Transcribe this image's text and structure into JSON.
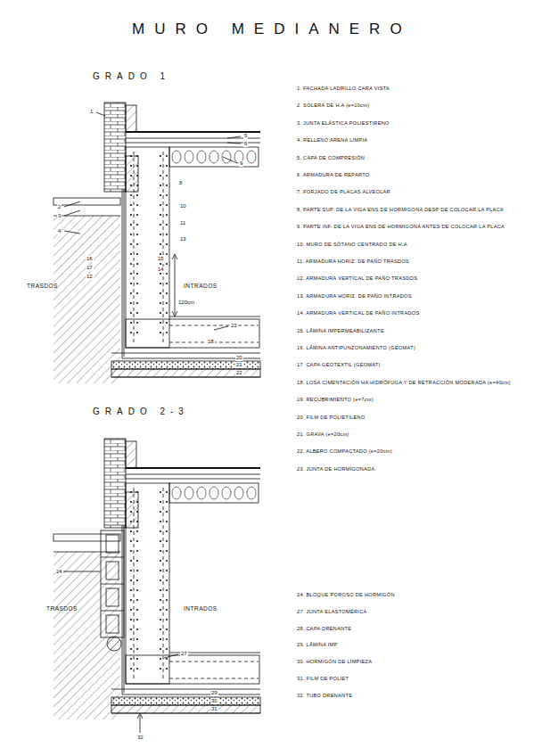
{
  "diagram": {
    "title": "MURO MEDIANERO",
    "labels": [
      "GRADO 1",
      "TRASDOS",
      "INTRADOS",
      "GRADO 2-3",
      "TRASDOS",
      "INTRADOS",
      "1. FACHADA LADRILLO CARA VISTA",
      "2. SOLERA DE H.A (e=10cm)",
      "3. JUNTA ELÁSTICA POLIESTIRENO",
      "4. RELLENO ARENA LIMPIA",
      "5. CAPA DE COMPRESIÓN",
      "6. ARMADURA DE REPARTO",
      "7. FORJADO DE PLACAS ALVEOLAR",
      "8. PARTE SUP. DE LA VIGA ENS DE HORMIGONA DESP DE COLOCAR LA PLACA",
      "9. PARTE INF. DE LA VIGA ENS DE HORMIGONA ANTES DE COLOCAR LA PLACA",
      "10. MURO DE SÓTANO CENTRADO DE H.A",
      "11. ARMADURA HORIZ. DE PAÑO TRASDOS",
      "12. ARMADURA VERTICAL DE PAÑO TRASDOS",
      "13. ARMADURA HORIZ. DE PAÑO INTRADOS",
      "14. ARMADURA VERTICAL DE PAÑO INTRADOS",
      "15. LÁMINA IMPERMEABILIZANTE",
      "16. LÁMINA ANTIPUNZONAMIENTO (GEOMAT)",
      "17. CAPA GEOTEXTIL (GEOMAT)",
      "18. LOSA CIMENTACIÓN HA HIDRÓFUGA Y DE RETRACCIÓN MODERADA (e=40cm)",
      "19. RECUBRIMIENTO (e=7cm)",
      "20. FILM DE POLIETILENO",
      "21. GRAVA (e=20cm)",
      "22. ALBERO COMPACTADO (e=20cm)",
      "23. JUNTA DE HORMIGONADA",
      "24. BLOQUE POROSO DE HORMIGÓN",
      "27. JUNTA ELASTOMÉRICA",
      "28. CAPA DRENANTE",
      "29. LÁMINA IMP",
      "30. HORMIGÓN DE LIMPIEZA",
      "31. FILM DE POLIET",
      "32. TUBO DRENANTE",
      "1",
      "5",
      "6",
      "9",
      "8",
      "2",
      "3",
      "4",
      "10",
      "11",
      "13",
      "16",
      "17",
      "12",
      "15",
      "14",
      "120cm",
      "23",
      "18",
      "20",
      "21",
      "22",
      "24",
      "27",
      "29",
      "30",
      "31",
      "32"
    ]
  }
}
